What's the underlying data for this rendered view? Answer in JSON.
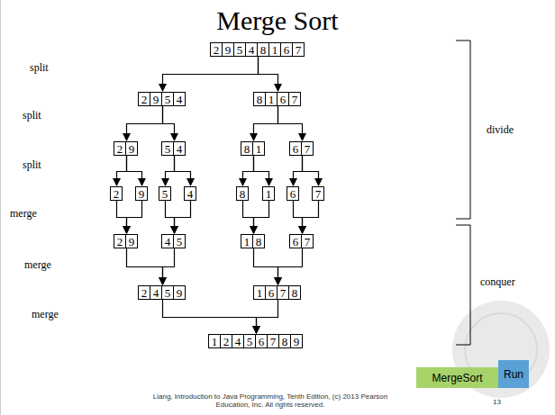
{
  "diagram": {
    "title": "Merge Sort",
    "nodes": [
      {
        "text": [
          "2",
          "9",
          "5",
          "4",
          "8",
          "1",
          "6",
          "7"
        ]
      },
      {
        "text": [
          "2",
          "9",
          "5",
          "4"
        ]
      },
      {
        "text": [
          "8",
          "1",
          "6",
          "7"
        ]
      },
      {
        "text": [
          "2",
          "9"
        ]
      },
      {
        "text": [
          "5",
          "4"
        ]
      },
      {
        "text": [
          "8",
          "1"
        ]
      },
      {
        "text": [
          "6",
          "7"
        ]
      },
      {
        "text": [
          "2"
        ]
      },
      {
        "text": [
          "9"
        ]
      },
      {
        "text": [
          "5"
        ]
      },
      {
        "text": [
          "4"
        ]
      },
      {
        "text": [
          "8"
        ]
      },
      {
        "text": [
          "1"
        ]
      },
      {
        "text": [
          "6"
        ]
      },
      {
        "text": [
          "7"
        ]
      },
      {
        "text": [
          "2",
          "9"
        ]
      },
      {
        "text": [
          "4",
          "5"
        ]
      },
      {
        "text": [
          "1",
          "8"
        ]
      },
      {
        "text": [
          "6",
          "7"
        ]
      },
      {
        "text": [
          "2",
          "4",
          "5",
          "9"
        ]
      },
      {
        "text": [
          "1",
          "6",
          "7",
          "8"
        ]
      },
      {
        "text": [
          "1",
          "2",
          "4",
          "5",
          "6",
          "7",
          "8",
          "9"
        ]
      },
      {
        "text": [
          "MergeSort"
        ]
      },
      {
        "text": [
          "Run"
        ]
      }
    ],
    "edges": [
      {
        "from": 0,
        "to": 1,
        "arrow": "to"
      },
      {
        "from": 0,
        "to": 2,
        "arrow": "to"
      },
      {
        "from": 1,
        "to": 3,
        "arrow": "to"
      },
      {
        "from": 1,
        "to": 4,
        "arrow": "to"
      },
      {
        "from": 2,
        "to": 5,
        "arrow": "to"
      },
      {
        "from": 2,
        "to": 6,
        "arrow": "to"
      },
      {
        "from": 3,
        "to": 7,
        "arrow": "to"
      },
      {
        "from": 3,
        "to": 8,
        "arrow": "to"
      },
      {
        "from": 4,
        "to": 9,
        "arrow": "to"
      },
      {
        "from": 4,
        "to": 10,
        "arrow": "to"
      },
      {
        "from": 5,
        "to": 11,
        "arrow": "to"
      },
      {
        "from": 5,
        "to": 12,
        "arrow": "to"
      },
      {
        "from": 6,
        "to": 13,
        "arrow": "to"
      },
      {
        "from": 6,
        "to": 14,
        "arrow": "to"
      },
      {
        "from": 7,
        "to": 15,
        "arrow": "to"
      },
      {
        "from": 8,
        "to": 15,
        "arrow": "to"
      },
      {
        "from": 9,
        "to": 16,
        "arrow": "to"
      },
      {
        "from": 10,
        "to": 16,
        "arrow": "to"
      },
      {
        "from": 11,
        "to": 17,
        "arrow": "to"
      },
      {
        "from": 12,
        "to": 17,
        "arrow": "to"
      },
      {
        "from": 13,
        "to": 18,
        "arrow": "to"
      },
      {
        "from": 14,
        "to": 18,
        "arrow": "to"
      },
      {
        "from": 15,
        "to": 19,
        "arrow": "to"
      },
      {
        "from": 16,
        "to": 19,
        "arrow": "to"
      },
      {
        "from": 17,
        "to": 20,
        "arrow": "to"
      },
      {
        "from": 18,
        "to": 20,
        "arrow": "to"
      },
      {
        "from": 19,
        "to": 21,
        "arrow": "to"
      },
      {
        "from": 20,
        "to": 21,
        "arrow": "to"
      }
    ],
    "labels": [
      "split",
      "split",
      "split",
      "merge",
      "merge",
      "merge",
      "divide",
      "conquer",
      "Liang, Introduction to Java Programming, Tenth Edition, (c) 2013 Pearson Education, Inc. All rights reserved.",
      "13"
    ]
  }
}
